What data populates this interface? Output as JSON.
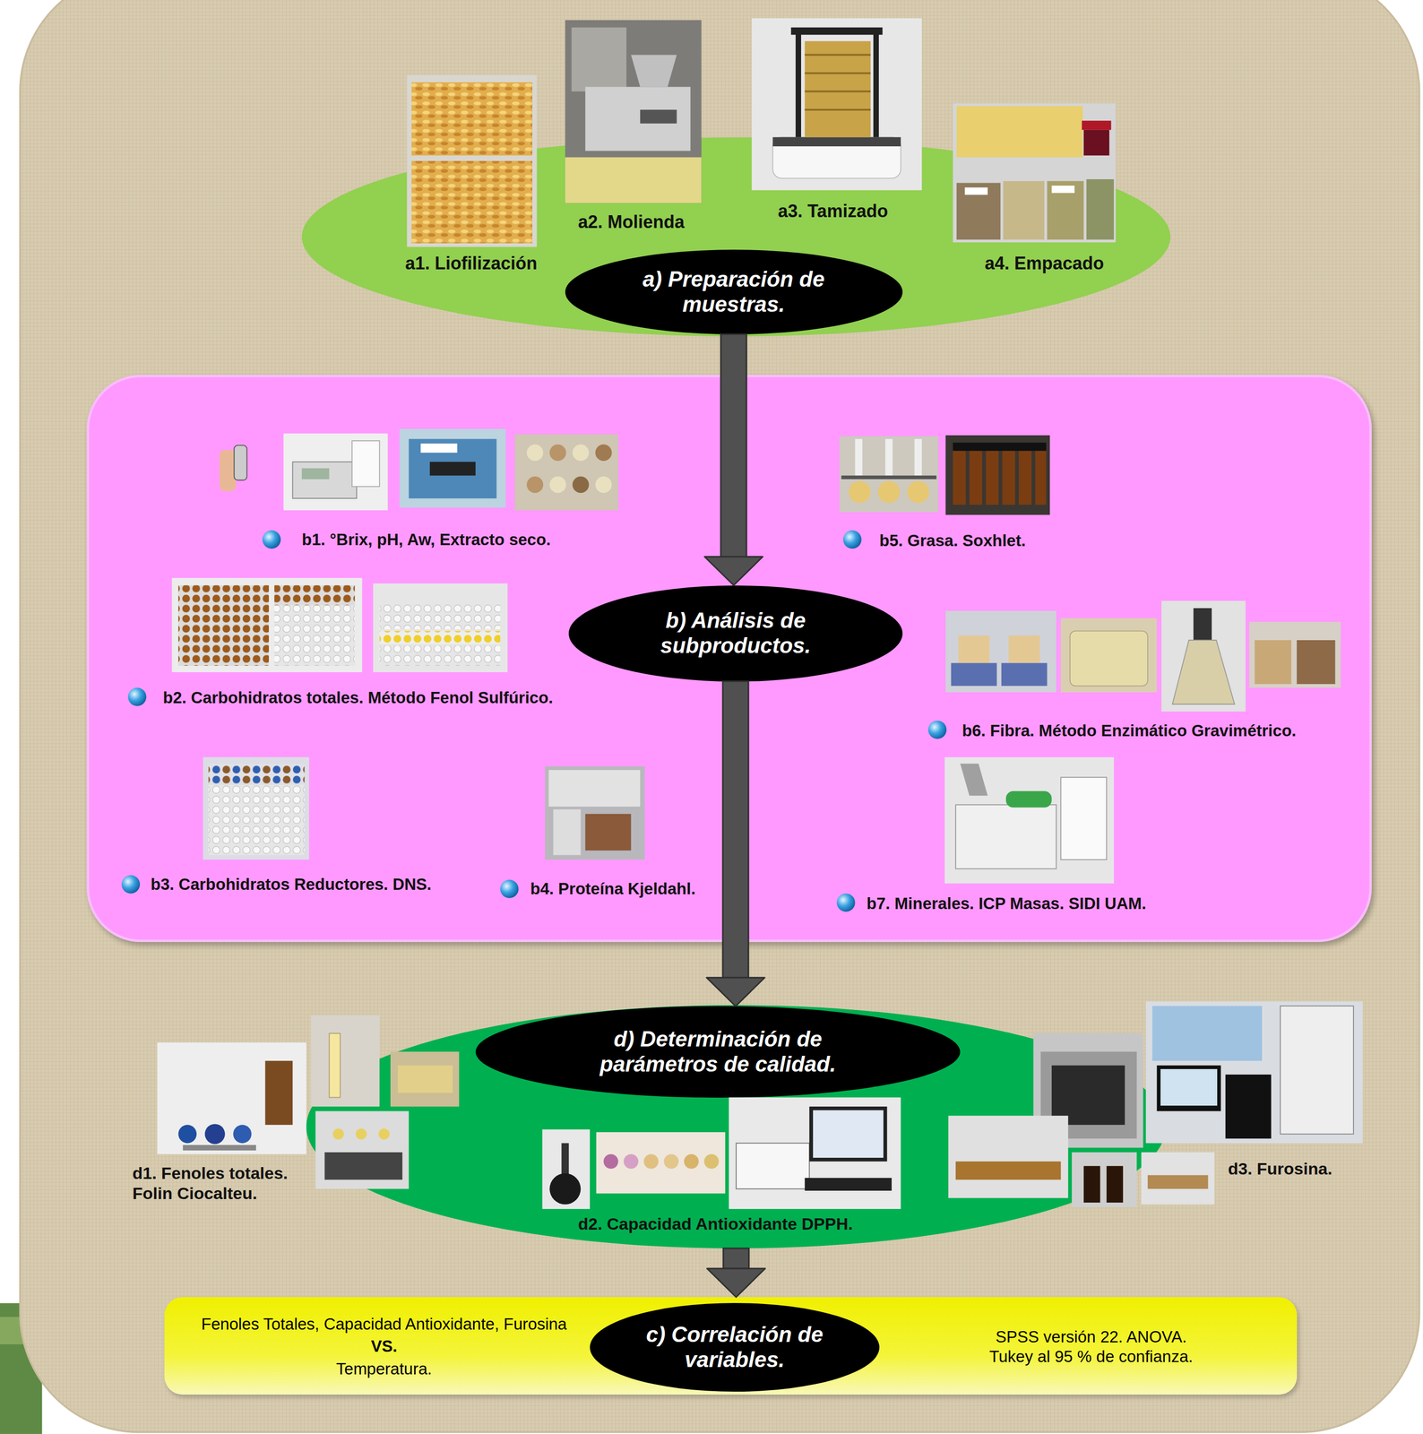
{
  "diagram": {
    "nodes": [
      {
        "text": [
          "a1. Liofilización",
          "a2. Molienda",
          "a3. Tamizado",
          "a4. Empacado"
        ]
      },
      {
        "text": [
          "a) Preparación de muestras."
        ],
        "in": 0
      },
      {
        "text": [
          "b1. °Brix, pH, Aw, Extracto seco.",
          "b2. Carbohidratos totales. Método Fenol Sulfúrico.",
          "b3. Carbohidratos Reductores. DNS.",
          "b4. Proteína Kjeldahl.",
          "b5. Grasa. Soxhlet.",
          "b6. Fibra. Método Enzimático Gravimétrico.",
          "b7. Minerales. ICP Masas. SIDI UAM."
        ]
      },
      {
        "text": [
          "b) Análisis de subproductos."
        ],
        "in": 2
      },
      {
        "text": [
          "d2. Capacidad Antioxidante DPPH."
        ]
      },
      {
        "text": [
          "d) Determinación de parámetros de calidad."
        ],
        "in": 4
      },
      {
        "text": [
          "Fenoles Totales, Capacidad Antioxidante, Furosina",
          "VS.",
          "Temperatura.",
          "SPSS versión 22. ANOVA. Tukey al 95 % de confianza."
        ]
      },
      {
        "text": [
          "c) Correlación de variables."
        ],
        "in": 6
      }
    ],
    "edges": [
      {
        "from": 1,
        "to": 3,
        "arrow": "to"
      },
      {
        "from": 3,
        "to": 5,
        "arrow": "to"
      },
      {
        "from": 4,
        "to": 6,
        "arrow": "to"
      }
    ],
    "labels": [
      "d1. Fenoles totales. Folin Ciocalteu.",
      "d3. Furosina."
    ]
  }
}
